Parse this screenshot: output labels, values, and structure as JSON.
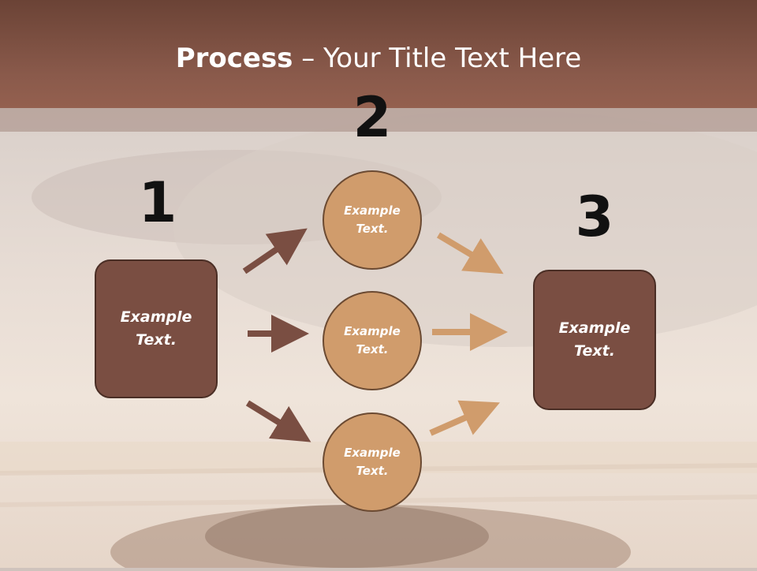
{
  "slide": {
    "title_bold": "Process",
    "title_rest": " – Your Title Text Here"
  },
  "steps": {
    "one": "1",
    "two": "2",
    "three": "3"
  },
  "boxes": {
    "left": "Example\nText.",
    "right": "Example\nText."
  },
  "circles": {
    "top": "Example\nText.",
    "middle": "Example\nText.",
    "bottom": "Example\nText."
  },
  "colors": {
    "header": "#8a5a4b",
    "box_fill": "#7a4e42",
    "circle_fill": "#d09c6c",
    "left_arrows": "#7a4e42",
    "right_arrows": "#d09c6c"
  }
}
